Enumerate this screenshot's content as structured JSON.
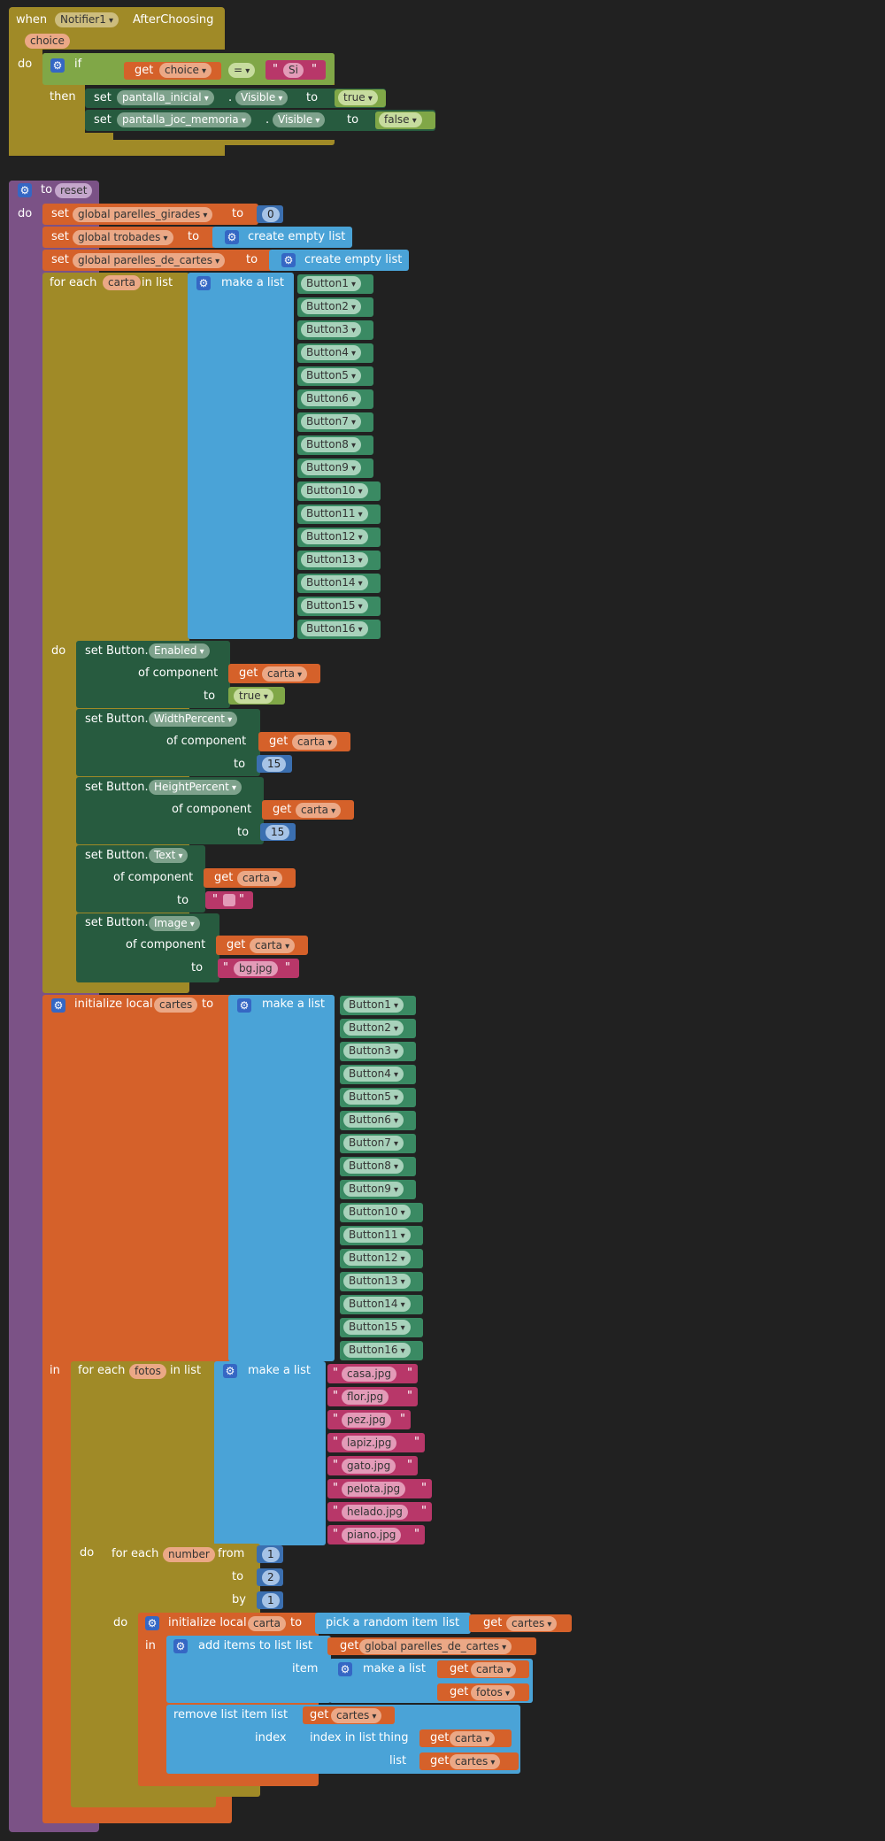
{
  "event": {
    "when": "when",
    "component": "Notifier1",
    "event_name": "AfterChoosing",
    "param": "choice",
    "do": "do",
    "if": "if",
    "then": "then",
    "get": "get",
    "choice": "choice",
    "eq": "=",
    "si": "Si",
    "set": "set",
    "pantalla_inicial": "pantalla_inicial",
    "pantalla_joc_memoria": "pantalla_joc_memoria",
    "visible": "Visible",
    "to": "to",
    "true": "true",
    "false": "false",
    "dot": "."
  },
  "proc": {
    "to": "to",
    "name": "reset",
    "do": "do",
    "set": "set",
    "to_word": "to",
    "global_parelles_girades": "global parelles_girades",
    "zero": "0",
    "global_trobades": "global trobades",
    "create_empty_list": "create empty list",
    "global_parelles_de_cartes": "global parelles_de_cartes",
    "for_each": "for each",
    "carta": "carta",
    "in_list": "in list",
    "make_a_list": "make a list",
    "do_word": "do",
    "buttons": [
      "Button1",
      "Button2",
      "Button3",
      "Button4",
      "Button5",
      "Button6",
      "Button7",
      "Button8",
      "Button9",
      "Button10",
      "Button11",
      "Button12",
      "Button13",
      "Button14",
      "Button15",
      "Button16"
    ],
    "set_button": "set Button.",
    "enabled": "Enabled",
    "width_percent": "WidthPercent",
    "height_percent": "HeightPercent",
    "text": "Text",
    "image": "Image",
    "of_component": "of component",
    "get": "get",
    "true": "true",
    "fifteen": "15",
    "bg": "bg.jpg",
    "init_local": "initialize local",
    "cartes": "cartes",
    "in": "in",
    "fotos": "fotos",
    "photos": [
      "casa.jpg",
      "flor.jpg",
      "pez.jpg",
      "lapiz.jpg",
      "gato.jpg",
      "pelota.jpg",
      "helado.jpg",
      "piano.jpg"
    ],
    "for_each_number": "for each",
    "number": "number",
    "from": "from",
    "one": "1",
    "two": "2",
    "by": "by",
    "pick_random": "pick a random item",
    "list": "list",
    "add_items": "add items to list",
    "item": "item",
    "global_parelles_de_cartes_get": "global parelles_de_cartes",
    "remove_list_item": "remove list item",
    "index": "index",
    "index_in_list": "index in list",
    "thing": "thing",
    "quote": "\""
  },
  "colors": {
    "background": "#212121",
    "control": "#a08a27",
    "procedure": "#7b5286",
    "variable": "#d5612a",
    "list": "#4aa3d7",
    "component_setter": "#275b3f",
    "component": "#3a8a63",
    "logic": "#80a747",
    "text": "#b83769",
    "math": "#3b6fb0"
  }
}
